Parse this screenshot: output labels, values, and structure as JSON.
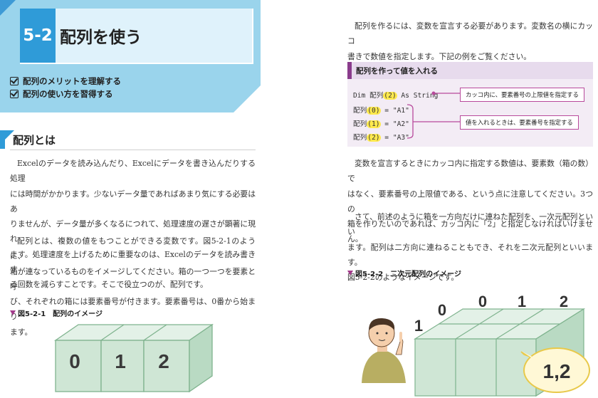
{
  "chapter": {
    "number": "5-2",
    "title": "配列を使う",
    "goals": [
      "配列のメリットを理解する",
      "配列の使い方を習得する"
    ]
  },
  "section": {
    "title": "配列とは"
  },
  "left_paragraphs": [
    [
      "Excelのデータを読み込んだり、Excelにデータを書き込んだりする処理",
      "には時間がかかります。少ないデータ量であればあまり気にする必要はあ",
      "りませんが、データ量が多くなるにつれて、処理速度の遅さが顕著に現れ",
      "ます。処理速度を上げるために重要なのは、Excelのデータを読み書きす",
      "る回数を減らすことです。そこで役立つのが、配列です。"
    ],
    [
      "配列とは、複数の値をもつことができる変数です。図5-2-1のように、",
      "箱が連なっているものをイメージしてください。箱の一つ一つを要素と呼",
      "び、それぞれの箱には要素番号が付きます。要素番号は、0番から始まり",
      "ます。"
    ]
  ],
  "fig1": {
    "caption": "図5-2-1　配列のイメージ",
    "box_labels": [
      "0",
      "1",
      "2"
    ]
  },
  "right_intro": [
    "配列を作るには、変数を宣言する必要があります。変数名の横にカッコ",
    "書きで数値を指定します。下記の例をご覧ください。"
  ],
  "code": {
    "title": "配列を作って値を入れる",
    "declare": {
      "pre": "Dim 配列",
      "idx": "(2)",
      "post": " As String"
    },
    "lines": [
      {
        "pre": "配列",
        "idx": "(0)",
        "post": " = \"A1\""
      },
      {
        "pre": "配列",
        "idx": "(1)",
        "post": " = \"A2\""
      },
      {
        "pre": "配列",
        "idx": "(2)",
        "post": " = \"A3\""
      }
    ],
    "callout_declare": "カッコ内に、要素番号の上限値を指定する",
    "callout_assign": "値を入れるときは、要素番号を指定する"
  },
  "right_paragraphs": [
    [
      "変数を宣言するときにカッコ内に指定する数値は、要素数（箱の数）で",
      "はなく、要素番号の上限値である、という点に注意してください。3つの",
      "箱を作りたいのであれば、カッコ内に「2」と指定しなければいけません。"
    ],
    [
      "さて、前述のように箱を一方向だけに連ねた配列を、一次元配列といい",
      "ます。配列は二方向に連ねることもでき、それを二次元配列といいます。",
      "図5-2-2のようなイメージです。"
    ]
  ],
  "fig2": {
    "caption": "図5-2-2　二次元配列のイメージ",
    "row_labels": [
      "1",
      "0"
    ],
    "col_labels": [
      "0",
      "1",
      "2"
    ],
    "bubble": "1,2"
  },
  "colors": {
    "accent_blue": "#2f9bd8",
    "banner_blue": "#9ad4ec",
    "purple": "#8a3c8c",
    "box_green": "#cfe6d5",
    "highlight": "#ffe94d"
  }
}
